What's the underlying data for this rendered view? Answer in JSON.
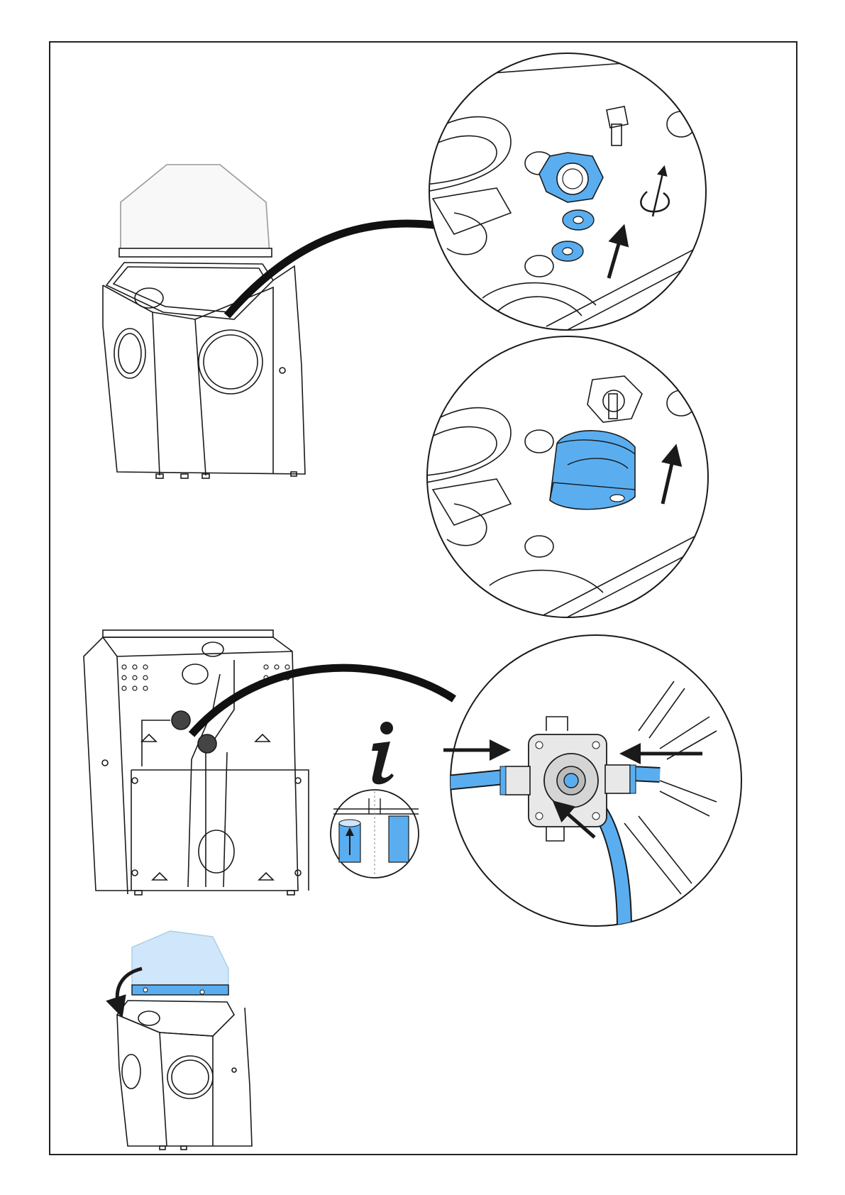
{
  "document": {
    "type": "assembly-instruction-illustration",
    "accent_color": "#5aaef0",
    "line_color": "#1a1a1a",
    "info_icon": "info-i-icon",
    "steps": [
      {
        "id": "step-1",
        "illustration": "cabinet-front-open-lid-with-gland-nut-and-washers-detail"
      },
      {
        "id": "step-2",
        "illustration": "gland-cap-mounting-detail"
      },
      {
        "id": "step-3",
        "illustration": "cabinet-rear-with-valve-hose-connection-detail"
      },
      {
        "id": "step-4",
        "illustration": "cabinet-lid-close-with-blue-hinge-bar"
      }
    ]
  }
}
